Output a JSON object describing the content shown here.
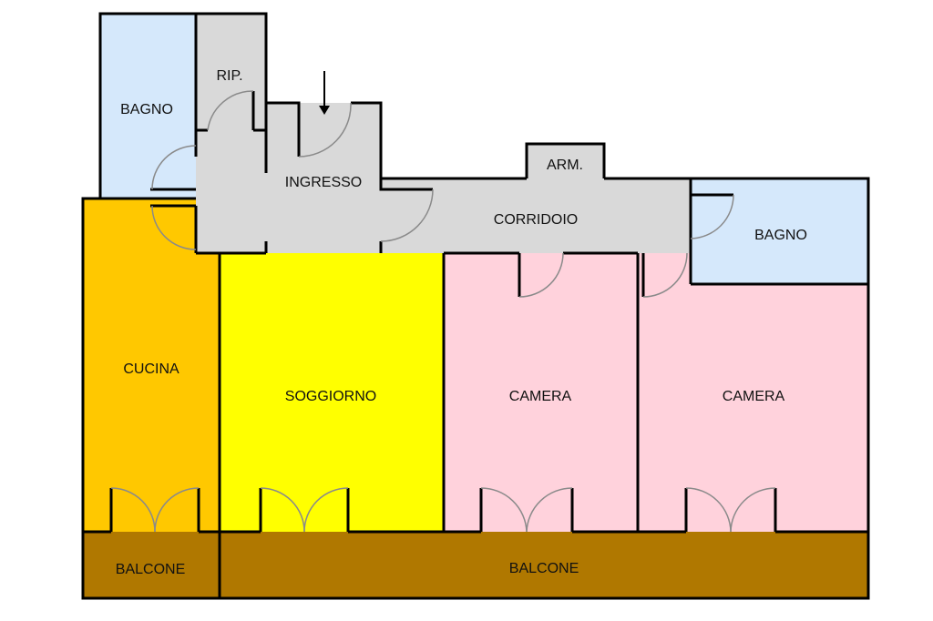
{
  "rooms": {
    "bagno_left": "BAGNO",
    "ripostiglio": "RIP.",
    "ingresso": "INGRESSO",
    "armadio": "ARM.",
    "corridoio": "CORRIDOIO",
    "bagno_right": "BAGNO",
    "cucina": "CUCINA",
    "soggiorno": "SOGGIORNO",
    "camera_1": "CAMERA",
    "camera_2": "CAMERA",
    "balcone_left": "BALCONE",
    "balcone_main": "BALCONE"
  },
  "colors": {
    "bagno": "#d5e8fb",
    "service": "#d9d9d9",
    "cucina": "#ffc800",
    "soggiorno": "#ffff00",
    "camera": "#ffd2dc",
    "balcone": "#b07800"
  }
}
